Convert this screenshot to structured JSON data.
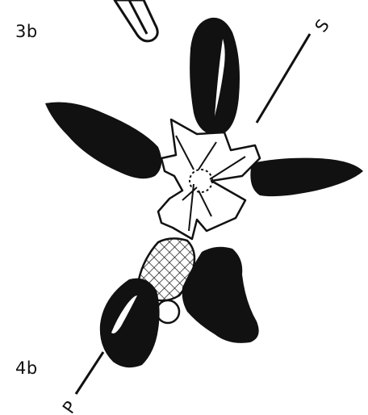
{
  "panel_labels": {
    "top": "3b",
    "bottom": "4b"
  },
  "axis_labels": {
    "s": "S",
    "p": "P"
  },
  "colors": {
    "ink": "#111111",
    "paper": "#ffffff"
  }
}
